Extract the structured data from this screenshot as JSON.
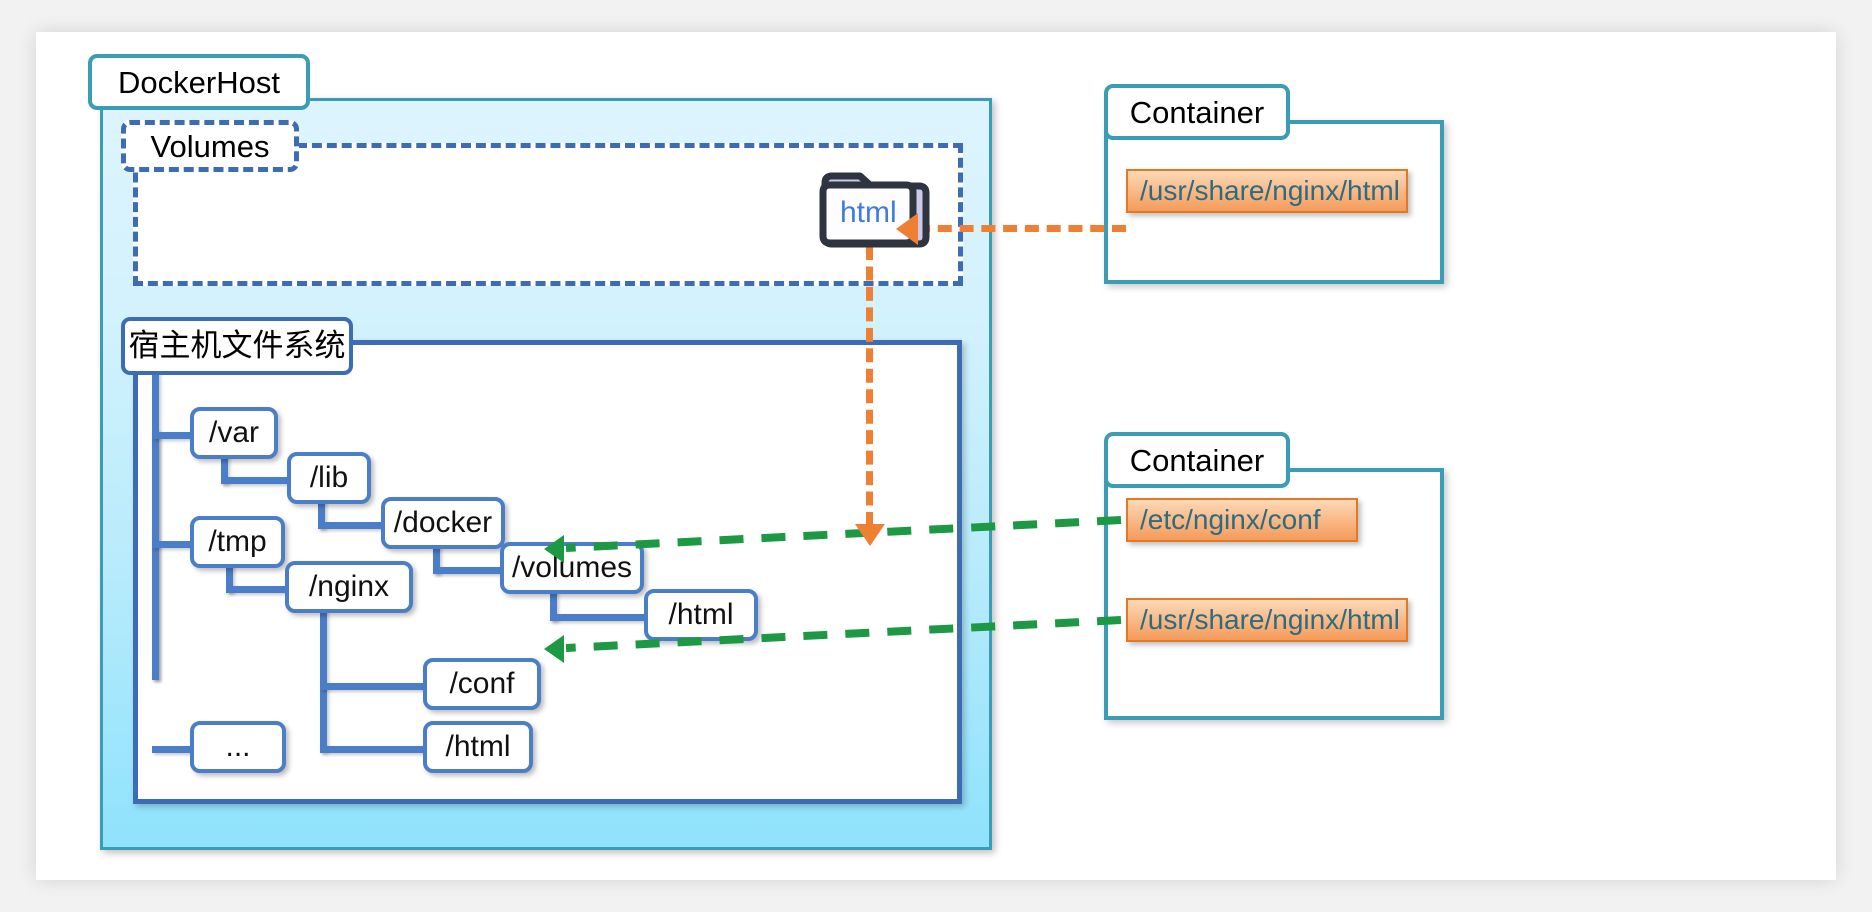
{
  "diagram": {
    "title": "Docker volumes and container mount mapping",
    "colors": {
      "host_panel_fill": "#b8ebfc",
      "host_panel_border": "#3a9cb5",
      "volumes_dash": "#3d6cb5",
      "tree_node_border": "#4a7ec8",
      "path_chip_fill": "#f8b682",
      "path_chip_border": "#e07a28",
      "path_chip_text": "#2d6b80",
      "orange_arrow": "#ef8033",
      "green_arrow": "#1d9944",
      "folder_label": "#3d7ddb"
    }
  },
  "dockerhost": {
    "label": "DockerHost"
  },
  "volumes": {
    "label": "Volumes",
    "folder": {
      "name": "html",
      "icon": "folder-icon"
    }
  },
  "filesystem": {
    "label": "宿主机文件系统",
    "nodes": [
      {
        "id": "var",
        "label": "/var"
      },
      {
        "id": "lib",
        "label": "/lib"
      },
      {
        "id": "docker",
        "label": "/docker"
      },
      {
        "id": "volumes",
        "label": "/volumes"
      },
      {
        "id": "html1",
        "label": "/html"
      },
      {
        "id": "tmp",
        "label": "/tmp"
      },
      {
        "id": "nginx",
        "label": "/nginx"
      },
      {
        "id": "conf",
        "label": "/conf"
      },
      {
        "id": "html2",
        "label": "/html"
      },
      {
        "id": "more",
        "label": "..."
      }
    ]
  },
  "containers": [
    {
      "id": "container-top",
      "label": "Container",
      "paths": [
        {
          "label": "/usr/share/nginx/html"
        }
      ]
    },
    {
      "id": "container-bottom",
      "label": "Container",
      "paths": [
        {
          "label": "/etc/nginx/conf"
        },
        {
          "label": "/usr/share/nginx/html"
        }
      ]
    }
  ],
  "arrows": [
    {
      "id": "orange-h",
      "style": "dashed",
      "color": "#ef8033",
      "from": "container-top:/usr/share/nginx/html",
      "to": "volumes:html-folder"
    },
    {
      "id": "orange-v",
      "style": "dashed",
      "color": "#ef8033",
      "from": "volumes:html-folder",
      "to": "filesystem:/html (volumes)"
    },
    {
      "id": "green-conf",
      "style": "dashed",
      "color": "#1d9944",
      "from": "container-bottom:/etc/nginx/conf",
      "to": "filesystem:/conf"
    },
    {
      "id": "green-html",
      "style": "dashed",
      "color": "#1d9944",
      "from": "container-bottom:/usr/share/nginx/html",
      "to": "filesystem:/html (nginx)"
    }
  ]
}
